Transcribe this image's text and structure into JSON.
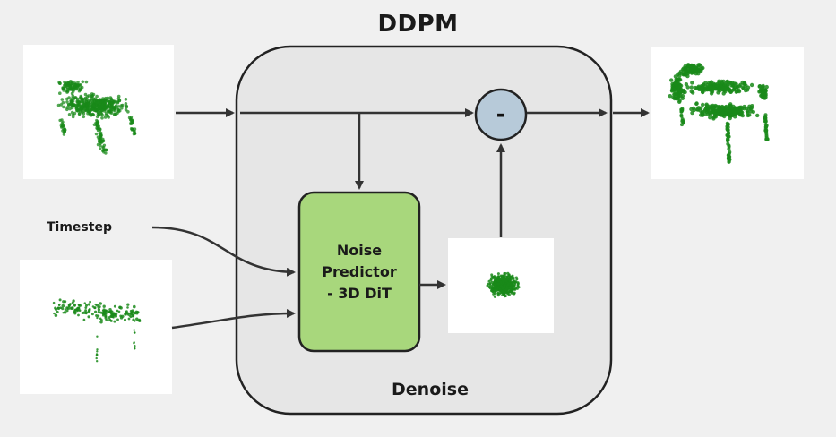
{
  "title": "DDPM",
  "timestep_label": "Timestep",
  "noise_predictor": {
    "lines": [
      "Noise",
      "Predictor",
      "- 3D DiT"
    ],
    "fill": "#a8d77c"
  },
  "denoise_label": "Denoise",
  "subtract_symbol": "-",
  "colors": {
    "point_cloud": "#1a8a1a",
    "container_fill": "#e6e6e6",
    "subtract_fill": "#b7cad9",
    "arrow": "#333333"
  },
  "icons": {
    "input_point_cloud": "noisy-chair-point-cloud",
    "conditioning_point_cloud": "sparse-point-cloud",
    "predicted_noise": "gaussian-noise-blob",
    "output_point_cloud": "denoised-chair-point-cloud"
  }
}
